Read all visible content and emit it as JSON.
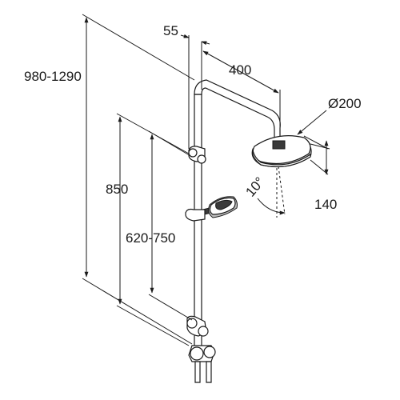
{
  "dimensions": {
    "total_height": "980-1290",
    "rail_offset": "55",
    "arm_length": "400",
    "head_diameter": "Ø200",
    "head_height": "140",
    "head_angle": "10°",
    "holder_height": "850",
    "handshower_range": "620-750"
  },
  "colors": {
    "line": "#1a1a1a",
    "background": "#ffffff"
  }
}
